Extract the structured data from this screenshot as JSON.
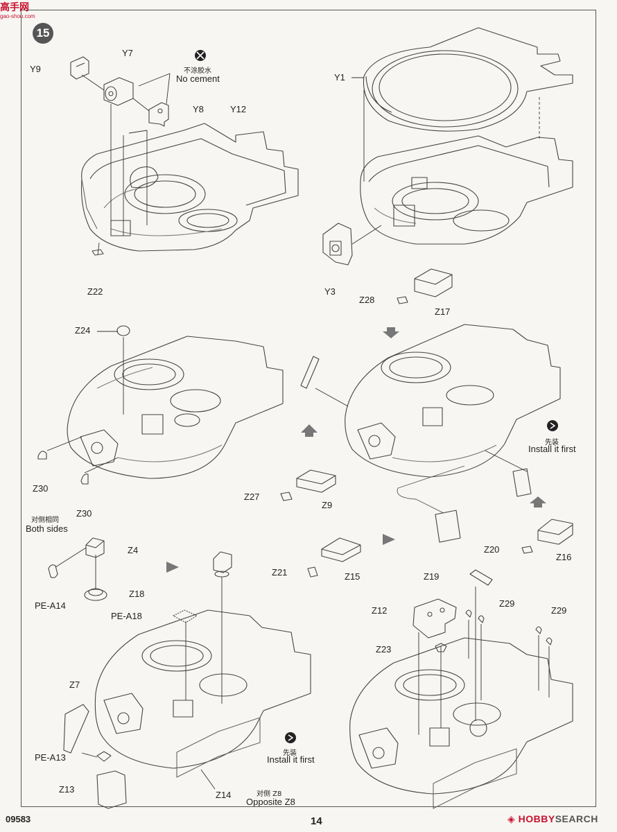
{
  "header": {
    "site_logo": "高手网",
    "site_sub": "gao-shou.com",
    "step_number": "15"
  },
  "footer": {
    "kit_code": "09583",
    "page_number": "14",
    "brand_hobby": "HOBBY",
    "brand_search": "SEARCH"
  },
  "notes": {
    "no_cement_cn": "不涂胶水",
    "no_cement_en": "No cement",
    "install_first_cn": "先装",
    "install_first_en": "Install it first",
    "install_first2_cn": "先装",
    "install_first2_en": "Install it first",
    "both_sides_cn": "对侧相同",
    "both_sides_en": "Both sides",
    "opposite_cn": "对侧 Z8",
    "opposite_en": "Opposite Z8"
  },
  "parts": {
    "y9": "Y9",
    "y7": "Y7",
    "y8": "Y8",
    "y12": "Y12",
    "y1": "Y1",
    "y3": "Y3",
    "z22": "Z22",
    "z28": "Z28",
    "z17": "Z17",
    "z24": "Z24",
    "z30a": "Z30",
    "z30b": "Z30",
    "z27": "Z27",
    "z9": "Z9",
    "z20": "Z20",
    "z16": "Z16",
    "z4": "Z4",
    "pe_a14": "PE-A14",
    "z18": "Z18",
    "pe_a18": "PE-A18",
    "z21": "Z21",
    "z15": "Z15",
    "z19": "Z19",
    "z12": "Z12",
    "z29a": "Z29",
    "z29b": "Z29",
    "z23": "Z23",
    "z7": "Z7",
    "pe_a13": "PE-A13",
    "z13": "Z13",
    "z14": "Z14"
  }
}
